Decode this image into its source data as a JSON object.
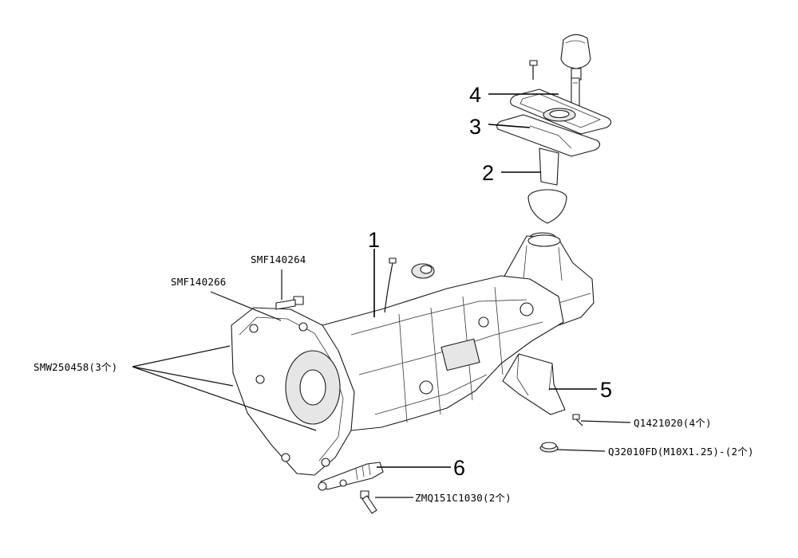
{
  "callouts": {
    "n1": "1",
    "n2": "2",
    "n3": "3",
    "n4": "4",
    "n5": "5",
    "n6": "6"
  },
  "part_codes": {
    "smf140264": "SMF140264",
    "smf140266": "SMF140266",
    "smw250458": "SMW250458(3个)",
    "q1421020": "Q1421020(4个)",
    "q32010fd": "Q32010FD(M10X1.25)-(2个)",
    "zmq151c1030": "ZMQ151C1030(2个)"
  }
}
